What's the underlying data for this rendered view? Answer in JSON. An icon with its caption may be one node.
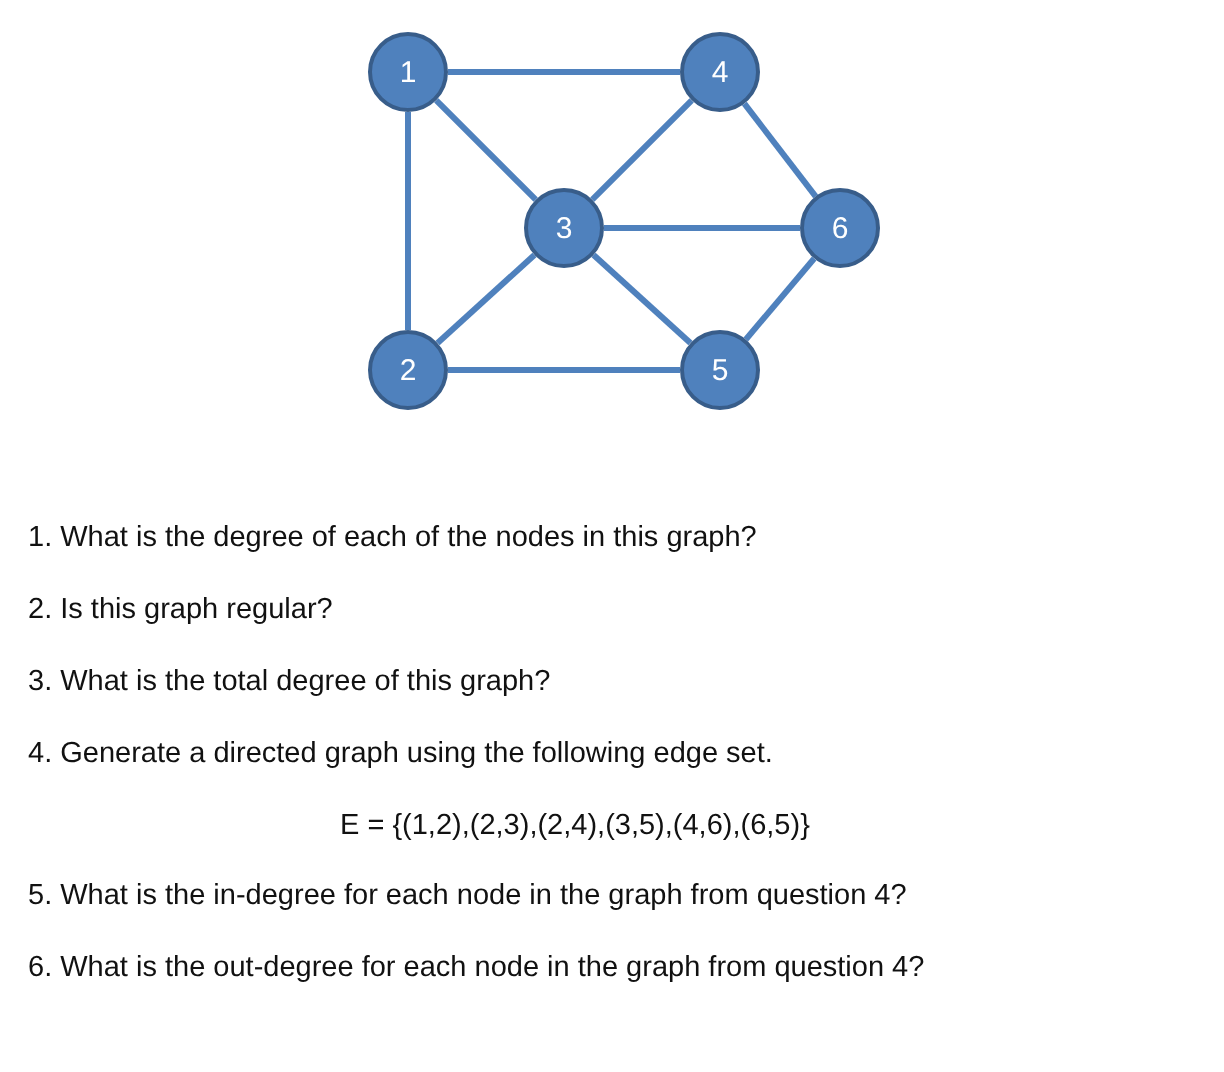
{
  "diagram": {
    "nodes": [
      {
        "text": [
          "1"
        ]
      },
      {
        "text": [
          "4"
        ]
      },
      {
        "text": [
          "3"
        ]
      },
      {
        "text": [
          "6"
        ]
      },
      {
        "text": [
          "2"
        ]
      },
      {
        "text": [
          "5"
        ]
      }
    ],
    "edges": [
      {
        "from": 0,
        "to": 1,
        "arrow": "none"
      },
      {
        "from": 0,
        "to": 4,
        "arrow": "none"
      },
      {
        "from": 0,
        "to": 2,
        "arrow": "none"
      },
      {
        "from": 1,
        "to": 2,
        "arrow": "none"
      },
      {
        "from": 1,
        "to": 3,
        "arrow": "none"
      },
      {
        "from": 2,
        "to": 3,
        "arrow": "none"
      },
      {
        "from": 2,
        "to": 4,
        "arrow": "none"
      },
      {
        "from": 2,
        "to": 5,
        "arrow": "none"
      },
      {
        "from": 4,
        "to": 5,
        "arrow": "none"
      },
      {
        "from": 5,
        "to": 3,
        "arrow": "none"
      }
    ],
    "labels": [
      "1. What is the degree of each of the nodes in this graph?",
      "2. Is this graph regular?",
      "3. What is the total degree of this graph?",
      "4. Generate a directed graph using the following edge set.",
      "E = {(1,2),(2,3),(2,4),(3,5),(4,6),(6,5)}",
      "5. What is the in-degree for each node in the graph from question 4?",
      "6. What is the out-degree for each node in the graph from question 4?"
    ]
  }
}
